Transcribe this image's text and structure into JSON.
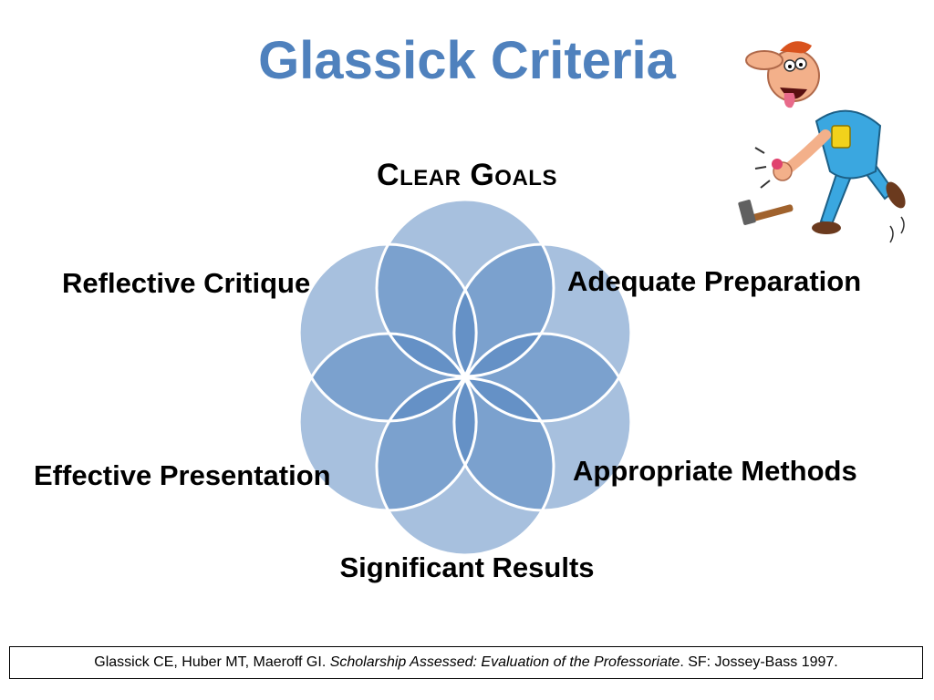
{
  "slide": {
    "title": "Glassick Criteria"
  },
  "diagram": {
    "criteria": [
      "Clear Goals",
      "Adequate Preparation",
      "Appropriate Methods",
      "Significant Results",
      "Effective Presentation",
      "Reflective Critique"
    ],
    "circle_color": "#4f81bd",
    "outline_color": "#ffffff"
  },
  "citation": {
    "authors": "Glassick CE, Huber MT, Maeroff GI. ",
    "book_title": "Scholarship Assessed: Evaluation of the Professoriate",
    "publisher": ". SF: Jossey-Bass  1997."
  },
  "illustration": {
    "icon": "cartoon-man-hammer-thumb-icon"
  }
}
